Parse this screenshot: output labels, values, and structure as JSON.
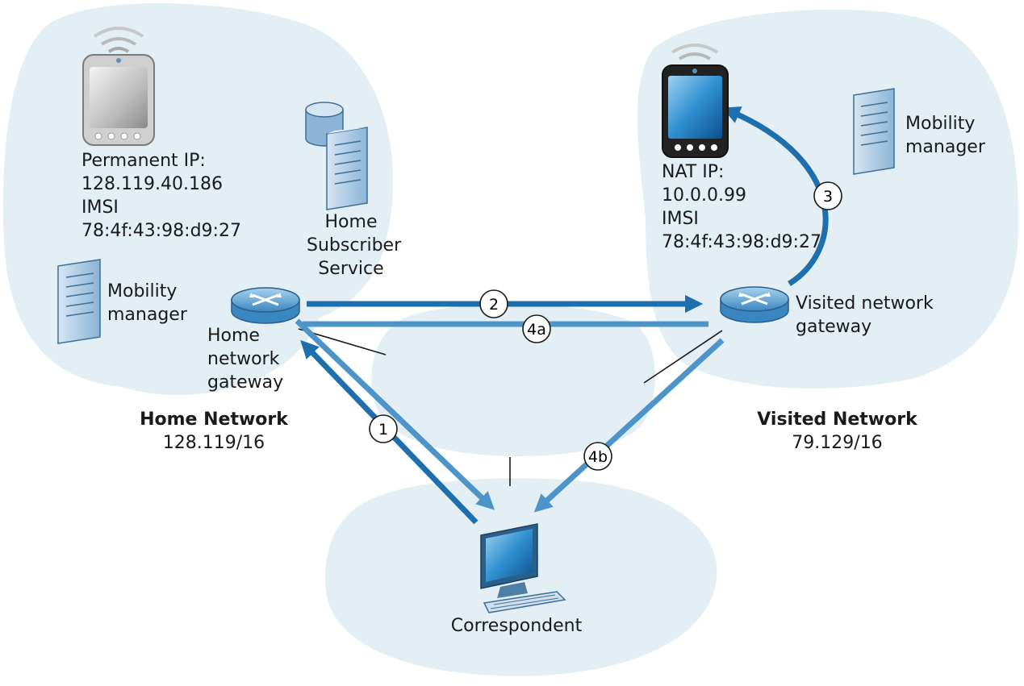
{
  "home_network": {
    "name": "Home Network",
    "prefix": "128.119/16",
    "mobile": {
      "ip_label": "Permanent IP:",
      "ip": "128.119.40.186",
      "imsi_label": "IMSI",
      "imsi": "78:4f:43:98:d9:27"
    },
    "hss": {
      "line1": "Home",
      "line2": "Subscriber",
      "line3": "Service"
    },
    "mobility_manager": {
      "line1": "Mobility",
      "line2": "manager"
    },
    "gateway": {
      "line1": "Home",
      "line2": "network",
      "line3": "gateway"
    }
  },
  "visited_network": {
    "name": "Visited Network",
    "prefix": "79.129/16",
    "mobile": {
      "ip_label": "NAT IP:",
      "ip": "10.0.0.99",
      "imsi_label": "IMSI",
      "imsi": "78:4f:43:98:d9:27"
    },
    "mobility_manager": {
      "line1": "Mobility",
      "line2": "manager"
    },
    "gateway": {
      "line1": "Visited network",
      "line2": "gateway"
    }
  },
  "correspondent": {
    "label": "Correspondent"
  },
  "steps": [
    "1",
    "2",
    "3",
    "4a",
    "4b"
  ],
  "colors": {
    "cloud": "#e3eef5",
    "arrow_dark": "#1e6fae",
    "arrow_light": "#4d95c9",
    "device": "#5a8fb8"
  }
}
